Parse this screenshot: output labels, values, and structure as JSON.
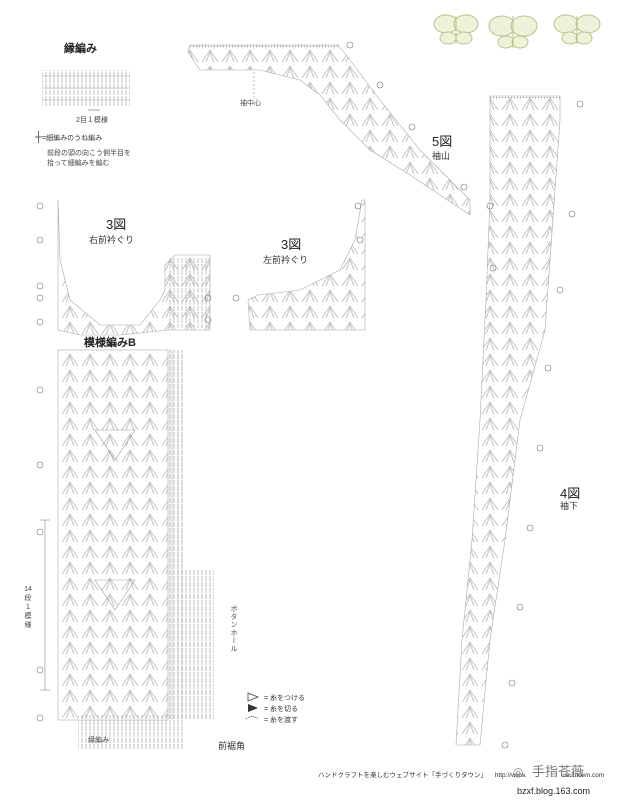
{
  "sections": {
    "ryoami": {
      "title": "縁編み",
      "repeat": "2目１模様",
      "symbol": "┼",
      "symbol_text": "=細編みのうね編み",
      "note": [
        "前段の頭の向こう側半目を",
        "拾って細編みを編む"
      ]
    },
    "fig3_right": {
      "num": "3図",
      "name": "右前衿ぐり"
    },
    "fig3_left": {
      "num": "3図",
      "name": "左前衿ぐり"
    },
    "fig5": {
      "num": "5図",
      "name": "袖山",
      "center": "袖中心"
    },
    "fig4": {
      "num": "4図",
      "name": "袖下"
    },
    "patternB": {
      "title": "模様編みB",
      "repeat": [
        "14",
        "段",
        "1",
        "模",
        "様"
      ]
    },
    "buttonhole": "ボタンホール",
    "bottom_edge": "縁編み",
    "front_corner": "前裾角"
  },
  "legend": [
    {
      "icon": "join-yarn-icon",
      "text": "= 糸をつける"
    },
    {
      "icon": "cut-yarn-icon",
      "text": "= 糸を切る"
    },
    {
      "icon": "carry-yarn-icon",
      "text": "= 糸を渡す"
    }
  ],
  "footer": {
    "text": "ハンドクラフトを楽しむウェブサイト「手づくりタウン」",
    "url": "http://www.",
    "url2": "ukuritown.com",
    "watermark": "手指苍薇",
    "blog": "bzxf.blog.163.com"
  },
  "colors": {
    "stitch": "#8a8a8a",
    "text": "#333333",
    "butterfly": "#c8d4a0"
  }
}
